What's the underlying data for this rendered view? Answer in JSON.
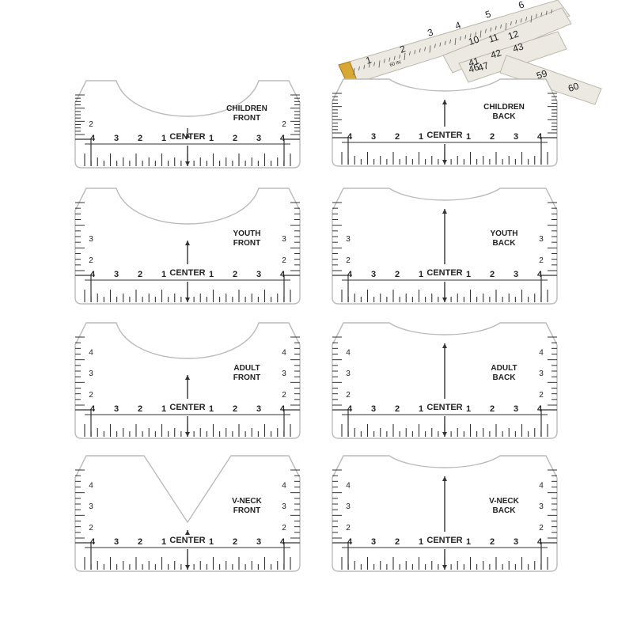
{
  "tape": {
    "numbers": [
      "1",
      "2",
      "3",
      "4",
      "5",
      "6",
      "10",
      "11",
      "12",
      "41",
      "42",
      "43",
      "46",
      "47",
      "59",
      "60"
    ],
    "label": "60 IN",
    "color": "#ece9e2",
    "tip_color": "#d9a733"
  },
  "rulers": [
    {
      "id": "children-front",
      "line1": "CHILDREN",
      "line2": "FRONT",
      "center": "CENTER",
      "neck": "round",
      "nums": [
        "4",
        "3",
        "2",
        "1",
        "1",
        "2",
        "3",
        "4"
      ],
      "side": [
        "2"
      ]
    },
    {
      "id": "children-back",
      "line1": "CHILDREN",
      "line2": "BACK",
      "center": "CENTER",
      "neck": "back",
      "nums": [
        "4",
        "3",
        "2",
        "1",
        "1",
        "2",
        "3",
        "4"
      ],
      "side": []
    },
    {
      "id": "youth-front",
      "line1": "YOUTH",
      "line2": "FRONT",
      "center": "CENTER",
      "neck": "round",
      "nums": [
        "4",
        "3",
        "2",
        "1",
        "1",
        "2",
        "3",
        "4"
      ],
      "side": [
        "2",
        "3"
      ]
    },
    {
      "id": "youth-back",
      "line1": "YOUTH",
      "line2": "BACK",
      "center": "CENTER",
      "neck": "back",
      "nums": [
        "4",
        "3",
        "2",
        "1",
        "1",
        "2",
        "3",
        "4"
      ],
      "side": [
        "2",
        "3"
      ]
    },
    {
      "id": "adult-front",
      "line1": "ADULT",
      "line2": "FRONT",
      "center": "CENTER",
      "neck": "round",
      "nums": [
        "4",
        "3",
        "2",
        "1",
        "1",
        "2",
        "3",
        "4"
      ],
      "side": [
        "2",
        "3",
        "4"
      ]
    },
    {
      "id": "adult-back",
      "line1": "ADULT",
      "line2": "BACK",
      "center": "CENTER",
      "neck": "back",
      "nums": [
        "4",
        "3",
        "2",
        "1",
        "1",
        "2",
        "3",
        "4"
      ],
      "side": [
        "2",
        "3",
        "4"
      ]
    },
    {
      "id": "vneck-front",
      "line1": "V-NECK",
      "line2": "FRONT",
      "center": "CENTER",
      "neck": "v",
      "nums": [
        "4",
        "3",
        "2",
        "1",
        "1",
        "2",
        "3",
        "4"
      ],
      "side": [
        "2",
        "3",
        "4"
      ]
    },
    {
      "id": "vneck-back",
      "line1": "V-NECK",
      "line2": "BACK",
      "center": "CENTER",
      "neck": "back",
      "nums": [
        "4",
        "3",
        "2",
        "1",
        "1",
        "2",
        "3",
        "4"
      ],
      "side": [
        "2",
        "3",
        "4"
      ]
    }
  ]
}
